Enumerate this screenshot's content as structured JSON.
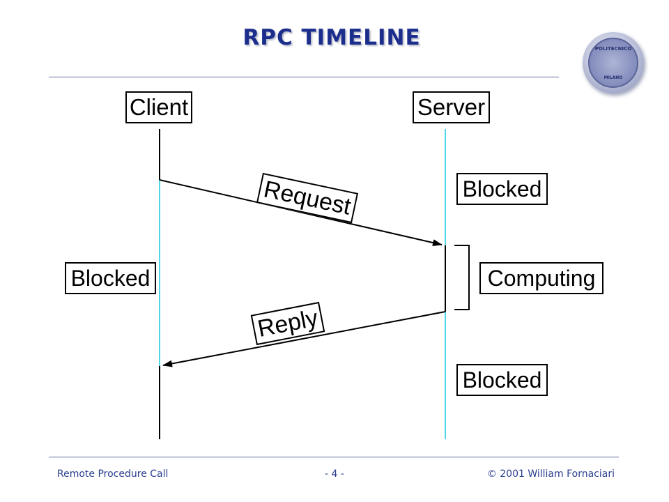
{
  "slide": {
    "title": "RPC TIMELINE"
  },
  "diagram": {
    "client_label": "Client",
    "server_label": "Server",
    "request_label": "Request",
    "reply_label": "Reply",
    "client_state": "Blocked",
    "server_state_top": "Blocked",
    "server_state_mid": "Computing",
    "server_state_bottom": "Blocked"
  },
  "logo": {
    "top_text": "POLITECNICO",
    "bottom_text": "MILANO"
  },
  "footer": {
    "left": "Remote Procedure Call",
    "center": "- 4 -",
    "right": "© 2001 William Fornaciari"
  },
  "colors": {
    "title": "#1c2e8c",
    "footer_text": "#2a3d8f",
    "rule": "#5c6a9c",
    "lifeline_active": "#4fd6e8",
    "line": "#000000"
  }
}
